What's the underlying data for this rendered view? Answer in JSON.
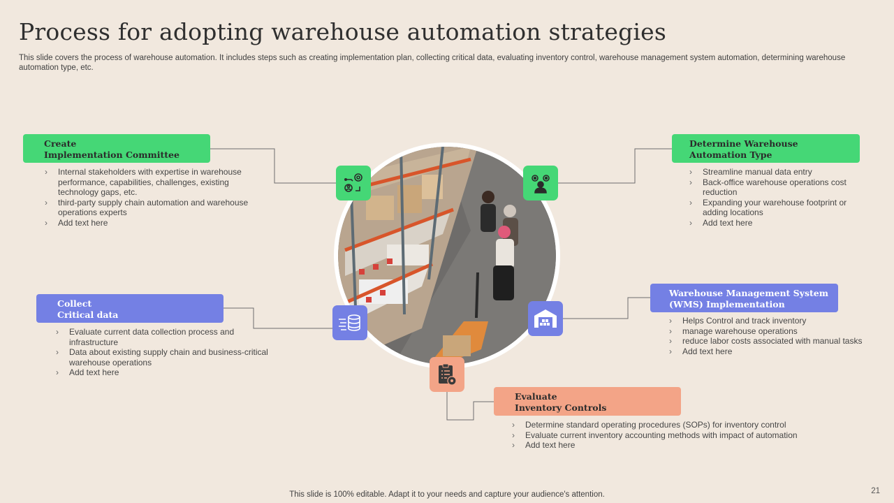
{
  "title": "Process for adopting warehouse automation strategies",
  "subtitle": "This slide covers the process of warehouse automation. It includes steps such as creating implementation plan, collecting critical data, evaluating inventory control, warehouse management system automation, determining warehouse automation type, etc.",
  "steps": {
    "create": {
      "heading_line1": "Create",
      "heading_line2": "Implementation  Committee",
      "icon": "people-gear-network-icon",
      "bullets": [
        "Internal stakeholders with expertise in warehouse performance, capabilities, challenges, existing technology gaps, etc.",
        "third-party supply chain automation and warehouse operations experts",
        "Add text here"
      ]
    },
    "collect": {
      "heading_line1": "Collect",
      "heading_line2": "Critical data",
      "icon": "database-stream-icon",
      "bullets": [
        "Evaluate current data collection process and infrastructure",
        "Data about existing supply chain and business-critical warehouse operations",
        "Add text here"
      ]
    },
    "evaluate": {
      "heading_line1": "Evaluate",
      "heading_line2": "Inventory  Controls",
      "icon": "clipboard-gear-icon",
      "bullets": [
        "Determine standard operating procedures (SOPs) for inventory control",
        "Evaluate current inventory accounting methods with impact of automation",
        "Add text here"
      ]
    },
    "wms": {
      "heading_line1": "Warehouse  Management  System",
      "heading_line2": "(WMS) Implementation",
      "icon": "warehouse-icon",
      "bullets": [
        "Helps Control and track inventory",
        "manage warehouse operations",
        "reduce labor costs associated with manual tasks",
        "Add text here"
      ]
    },
    "determine": {
      "heading_line1": "Determine  Warehouse",
      "heading_line2": "Automation  Type",
      "icon": "person-gears-icon",
      "bullets": [
        "Streamline manual data entry",
        "Back-office warehouse operations cost reduction",
        "Expanding your warehouse footprint or adding locations",
        "Add text here"
      ]
    }
  },
  "colors": {
    "background": "#F1E8DE",
    "green": "#45D776",
    "blue": "#7480E4",
    "salmon": "#F3A487"
  },
  "footer": "This slide is 100% editable. Adapt it to your needs and capture your audience's attention.",
  "page_number": "21"
}
